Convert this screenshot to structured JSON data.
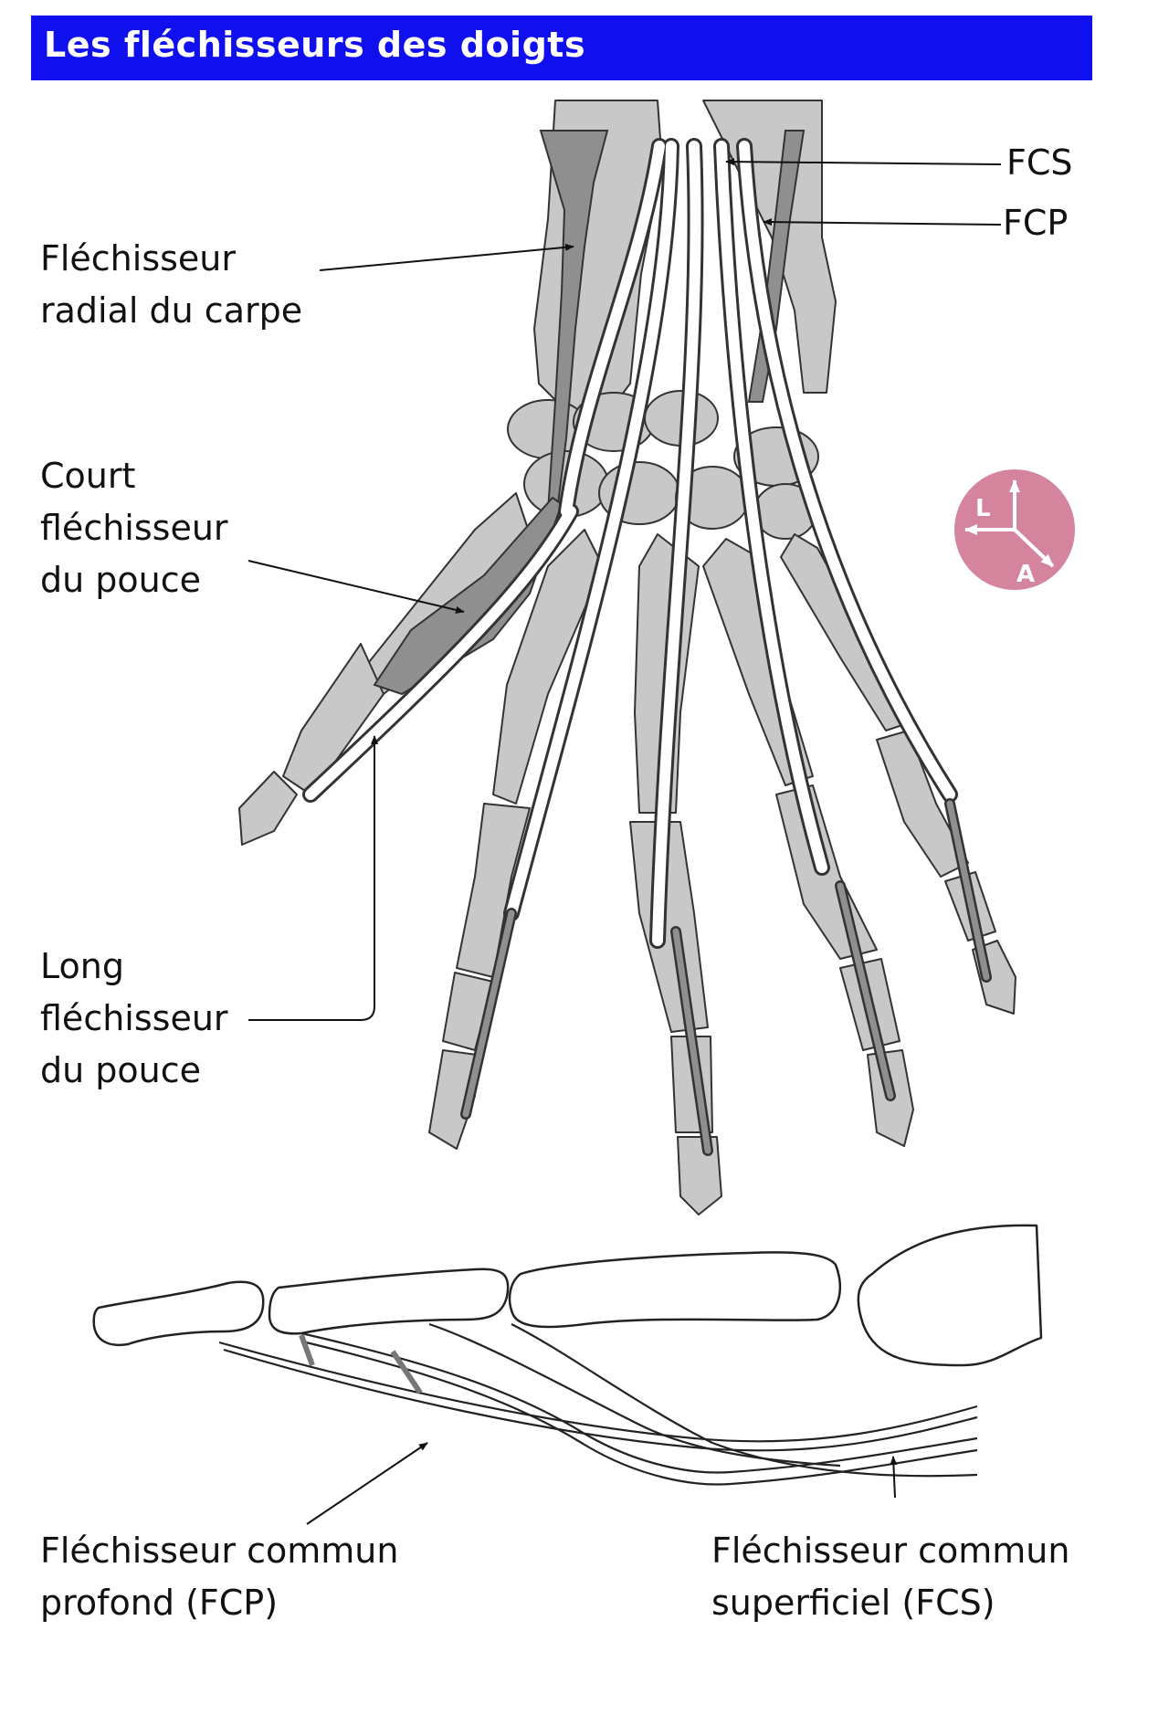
{
  "title": "Les fléchisseurs des doigts",
  "labels": {
    "fcs_short": "FCS",
    "fcp_short": "FCP",
    "flechisseur_radial": [
      "Fléchisseur",
      "radial du carpe"
    ],
    "court_flechisseur_pouce": [
      "Court",
      "fléchisseur",
      "du pouce"
    ],
    "long_flechisseur_pouce": [
      "Long",
      "fléchisseur",
      "du pouce"
    ],
    "fcp_full": [
      "Fléchisseur commun",
      "profond (FCP)"
    ],
    "fcs_full": [
      "Fléchisseur commun",
      "superficiel (FCS)"
    ]
  },
  "orientation": {
    "lateral": "L",
    "anterior": "A"
  },
  "colors": {
    "title_bg": "#1010ee",
    "bone": "#c8c8c8",
    "muscle": "#8f8f8f",
    "tendon": "#ffffff",
    "compass": "#d4849c"
  }
}
